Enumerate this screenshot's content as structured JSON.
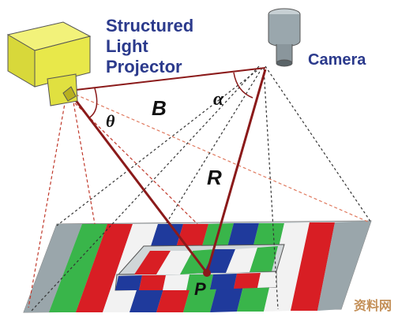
{
  "labels": {
    "projector": [
      "Structured",
      "Light",
      "Projector"
    ],
    "camera": "Camera",
    "baseline": "B",
    "projector_angle": "θ",
    "camera_angle": "α",
    "range": "R",
    "point": "P"
  },
  "watermark": "资料网",
  "colors": {
    "projector_body": "#e8e84a",
    "camera_body": "#9aa7ad",
    "stripe_red": "#d81e24",
    "stripe_green": "#39b54a",
    "stripe_blue": "#1f3a9c",
    "stripe_white": "#f2f2f2",
    "stripe_gray": "#9aa6ab",
    "ray_color": "#8b1a1a",
    "label_color": "#2b3a8c"
  },
  "icons": [
    "projector-icon",
    "camera-icon"
  ]
}
